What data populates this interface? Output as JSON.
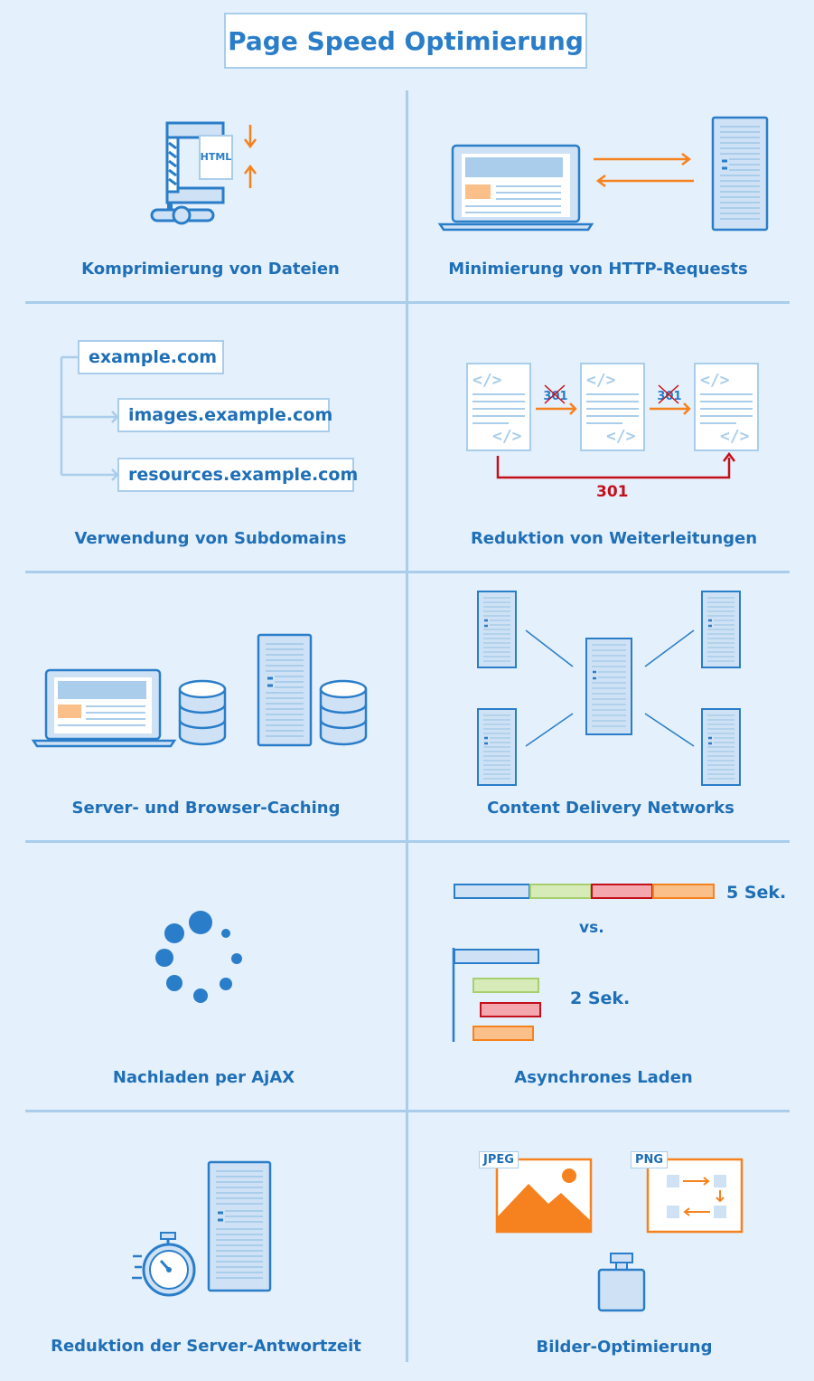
{
  "title": "Page Speed Optimierung",
  "sections": [
    {
      "caption": "Komprimierung von Dateien",
      "file_label": "HTML"
    },
    {
      "caption": "Minimierung von HTTP-Requests"
    },
    {
      "caption": "Verwendung von Subdomains",
      "domains": [
        "example.com",
        "images.example.com",
        "resources.example.com"
      ]
    },
    {
      "caption": "Reduktion von Weiterleitungen",
      "redirect_code": "301"
    },
    {
      "caption": "Server- und Browser-Caching"
    },
    {
      "caption": "Content Delivery Networks"
    },
    {
      "caption": "Nachladen per AjAX"
    },
    {
      "caption": "Asynchrones Laden",
      "sync_time": "5 Sek.",
      "versus": "vs.",
      "async_time": "2 Sek."
    },
    {
      "caption": "Reduktion der Server-Antwortzeit"
    },
    {
      "caption": "Bilder-Optimierung",
      "formats": [
        "JPEG",
        "PNG"
      ]
    }
  ],
  "colors": {
    "primary": "#2a7dc9",
    "line": "#a9cdea",
    "orange": "#f5821f",
    "red": "#c4101c",
    "light_blue": "#cfe2f5",
    "green": "#a7cf6e",
    "pink": "#f4a8ad",
    "peach": "#fbc08a"
  }
}
